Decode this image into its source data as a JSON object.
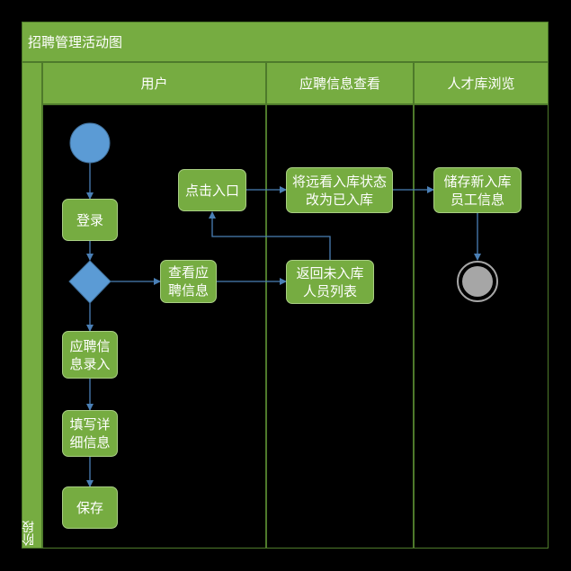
{
  "title": "招聘管理活动图",
  "stage_label": "阶段",
  "lanes": [
    "用户",
    "应聘信息查看",
    "人才库浏览"
  ],
  "nodes": {
    "login": "登录",
    "view_recruit": "查看应聘信息",
    "entry_click": "点击入口",
    "change_status": "将远看入库状态改为已入库",
    "return_list": "返回未入库人员列表",
    "store_info": "储存新入库员工信息",
    "recruit_entry": "应聘信息录入",
    "fill_details": "填写详细信息",
    "save": "保存"
  },
  "colors": {
    "swimlane": "#76AC41",
    "node": "#76AC41",
    "start": "#5B9BD5",
    "decision": "#5B9BD5",
    "connector": "#4A7FB5",
    "end": "#A6A6A6"
  }
}
